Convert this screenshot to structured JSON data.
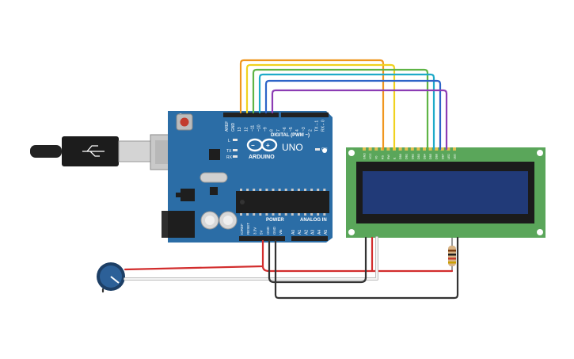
{
  "colors": {
    "board": "#2b6da6",
    "board_dark": "#1f4f80",
    "lcd_pcb": "#5aa65a",
    "lcd_screen": "#213a78",
    "wire_orange": "#f0961e",
    "wire_yellow": "#f0d21e",
    "wire_green": "#5fb446",
    "wire_teal": "#1eaac8",
    "wire_blue": "#2d64c8",
    "wire_purple": "#8c3cb4",
    "wire_red": "#d22d2d",
    "wire_black": "#333333",
    "wire_white": "#f4f4f4"
  },
  "arduino": {
    "brand": "ARDUINO",
    "model": "UNO",
    "digital_label": "DIGITAL (PWM ~)",
    "power_label": "POWER",
    "analog_label": "ANALOG IN",
    "on_label": "ON",
    "led_l": "L",
    "led_tx": "TX",
    "led_rx": "RX",
    "digital_pins": [
      "AREF",
      "GND",
      "13",
      "12",
      "~11",
      "~10",
      "~9",
      "8",
      "7",
      "~6",
      "~5",
      "4",
      "~3",
      "2",
      "TX→1",
      "RX←0"
    ],
    "power_pins": [
      "IOREF",
      "RESET",
      "3.3V",
      "5V",
      "GND",
      "GND",
      "Vin"
    ],
    "analog_pins": [
      "A0",
      "A1",
      "A2",
      "A3",
      "A4",
      "A5"
    ]
  },
  "lcd": {
    "pins": [
      "GND",
      "VCC",
      "V0",
      "RS",
      "RW",
      "E",
      "DB0",
      "DB1",
      "DB2",
      "DB3",
      "DB4",
      "DB5",
      "DB6",
      "DB7",
      "LED",
      "LED"
    ]
  },
  "icons": {
    "usb_cable": "usb-cable-icon",
    "potentiometer": "potentiometer-icon",
    "resistor": "resistor-icon",
    "reset": "reset-button-icon",
    "infinity_logo": "arduino-logo-icon"
  }
}
